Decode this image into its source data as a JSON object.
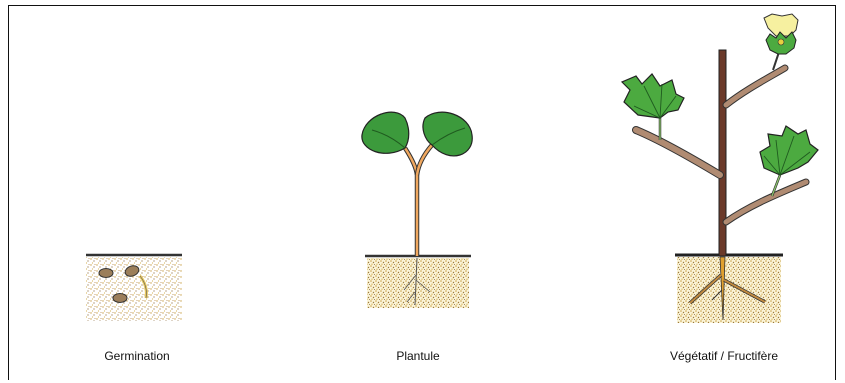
{
  "stages": [
    {
      "id": "germination",
      "label": "Germination"
    },
    {
      "id": "plantule",
      "label": "Plantule"
    },
    {
      "id": "vegetatif",
      "label": "Végétatif / Fructifère"
    }
  ],
  "colors": {
    "soil_speckle": "#c9a24a",
    "soil_speckle_dark": "#8a6a3a",
    "ground_line": "#333333",
    "seed": "#9b7e5a",
    "stem_orange": "#f0a860",
    "stem_brown": "#6b3a2a",
    "branch": "#b08b72",
    "leaf": "#3c9a3c",
    "leaf_light": "#8cc86c",
    "flower": "#f6f0a0"
  }
}
